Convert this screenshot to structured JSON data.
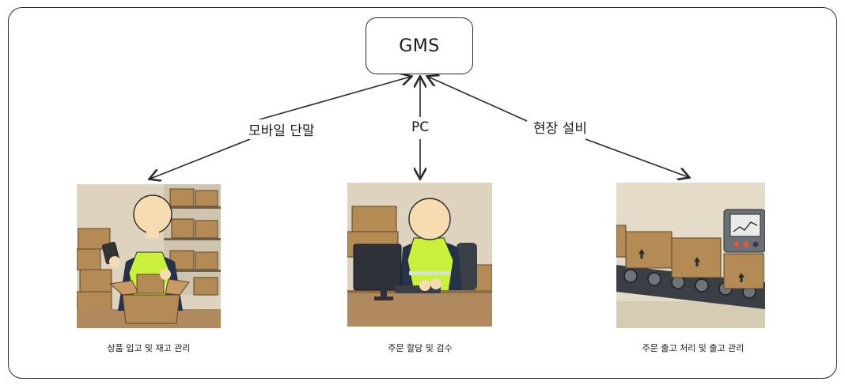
{
  "title": "GMS",
  "connections": [
    {
      "label": "모바일 단말"
    },
    {
      "label": "PC"
    },
    {
      "label": "현장 설비"
    }
  ],
  "panels": [
    {
      "caption": "상품 입고 및 재고 관리",
      "image": "worker-with-mobile-scanner-and-boxes"
    },
    {
      "caption": "주문 할당 및 검수",
      "image": "worker-at-pc-workstation"
    },
    {
      "caption": "주문 출고 처리 및 출고 관리",
      "image": "conveyor-belt-with-boxes-and-monitor"
    }
  ],
  "colors": {
    "line": "#2a2a2a",
    "cardboard": "#b48a55",
    "vest": "#c9f03a",
    "face": "#f6dcb0"
  }
}
